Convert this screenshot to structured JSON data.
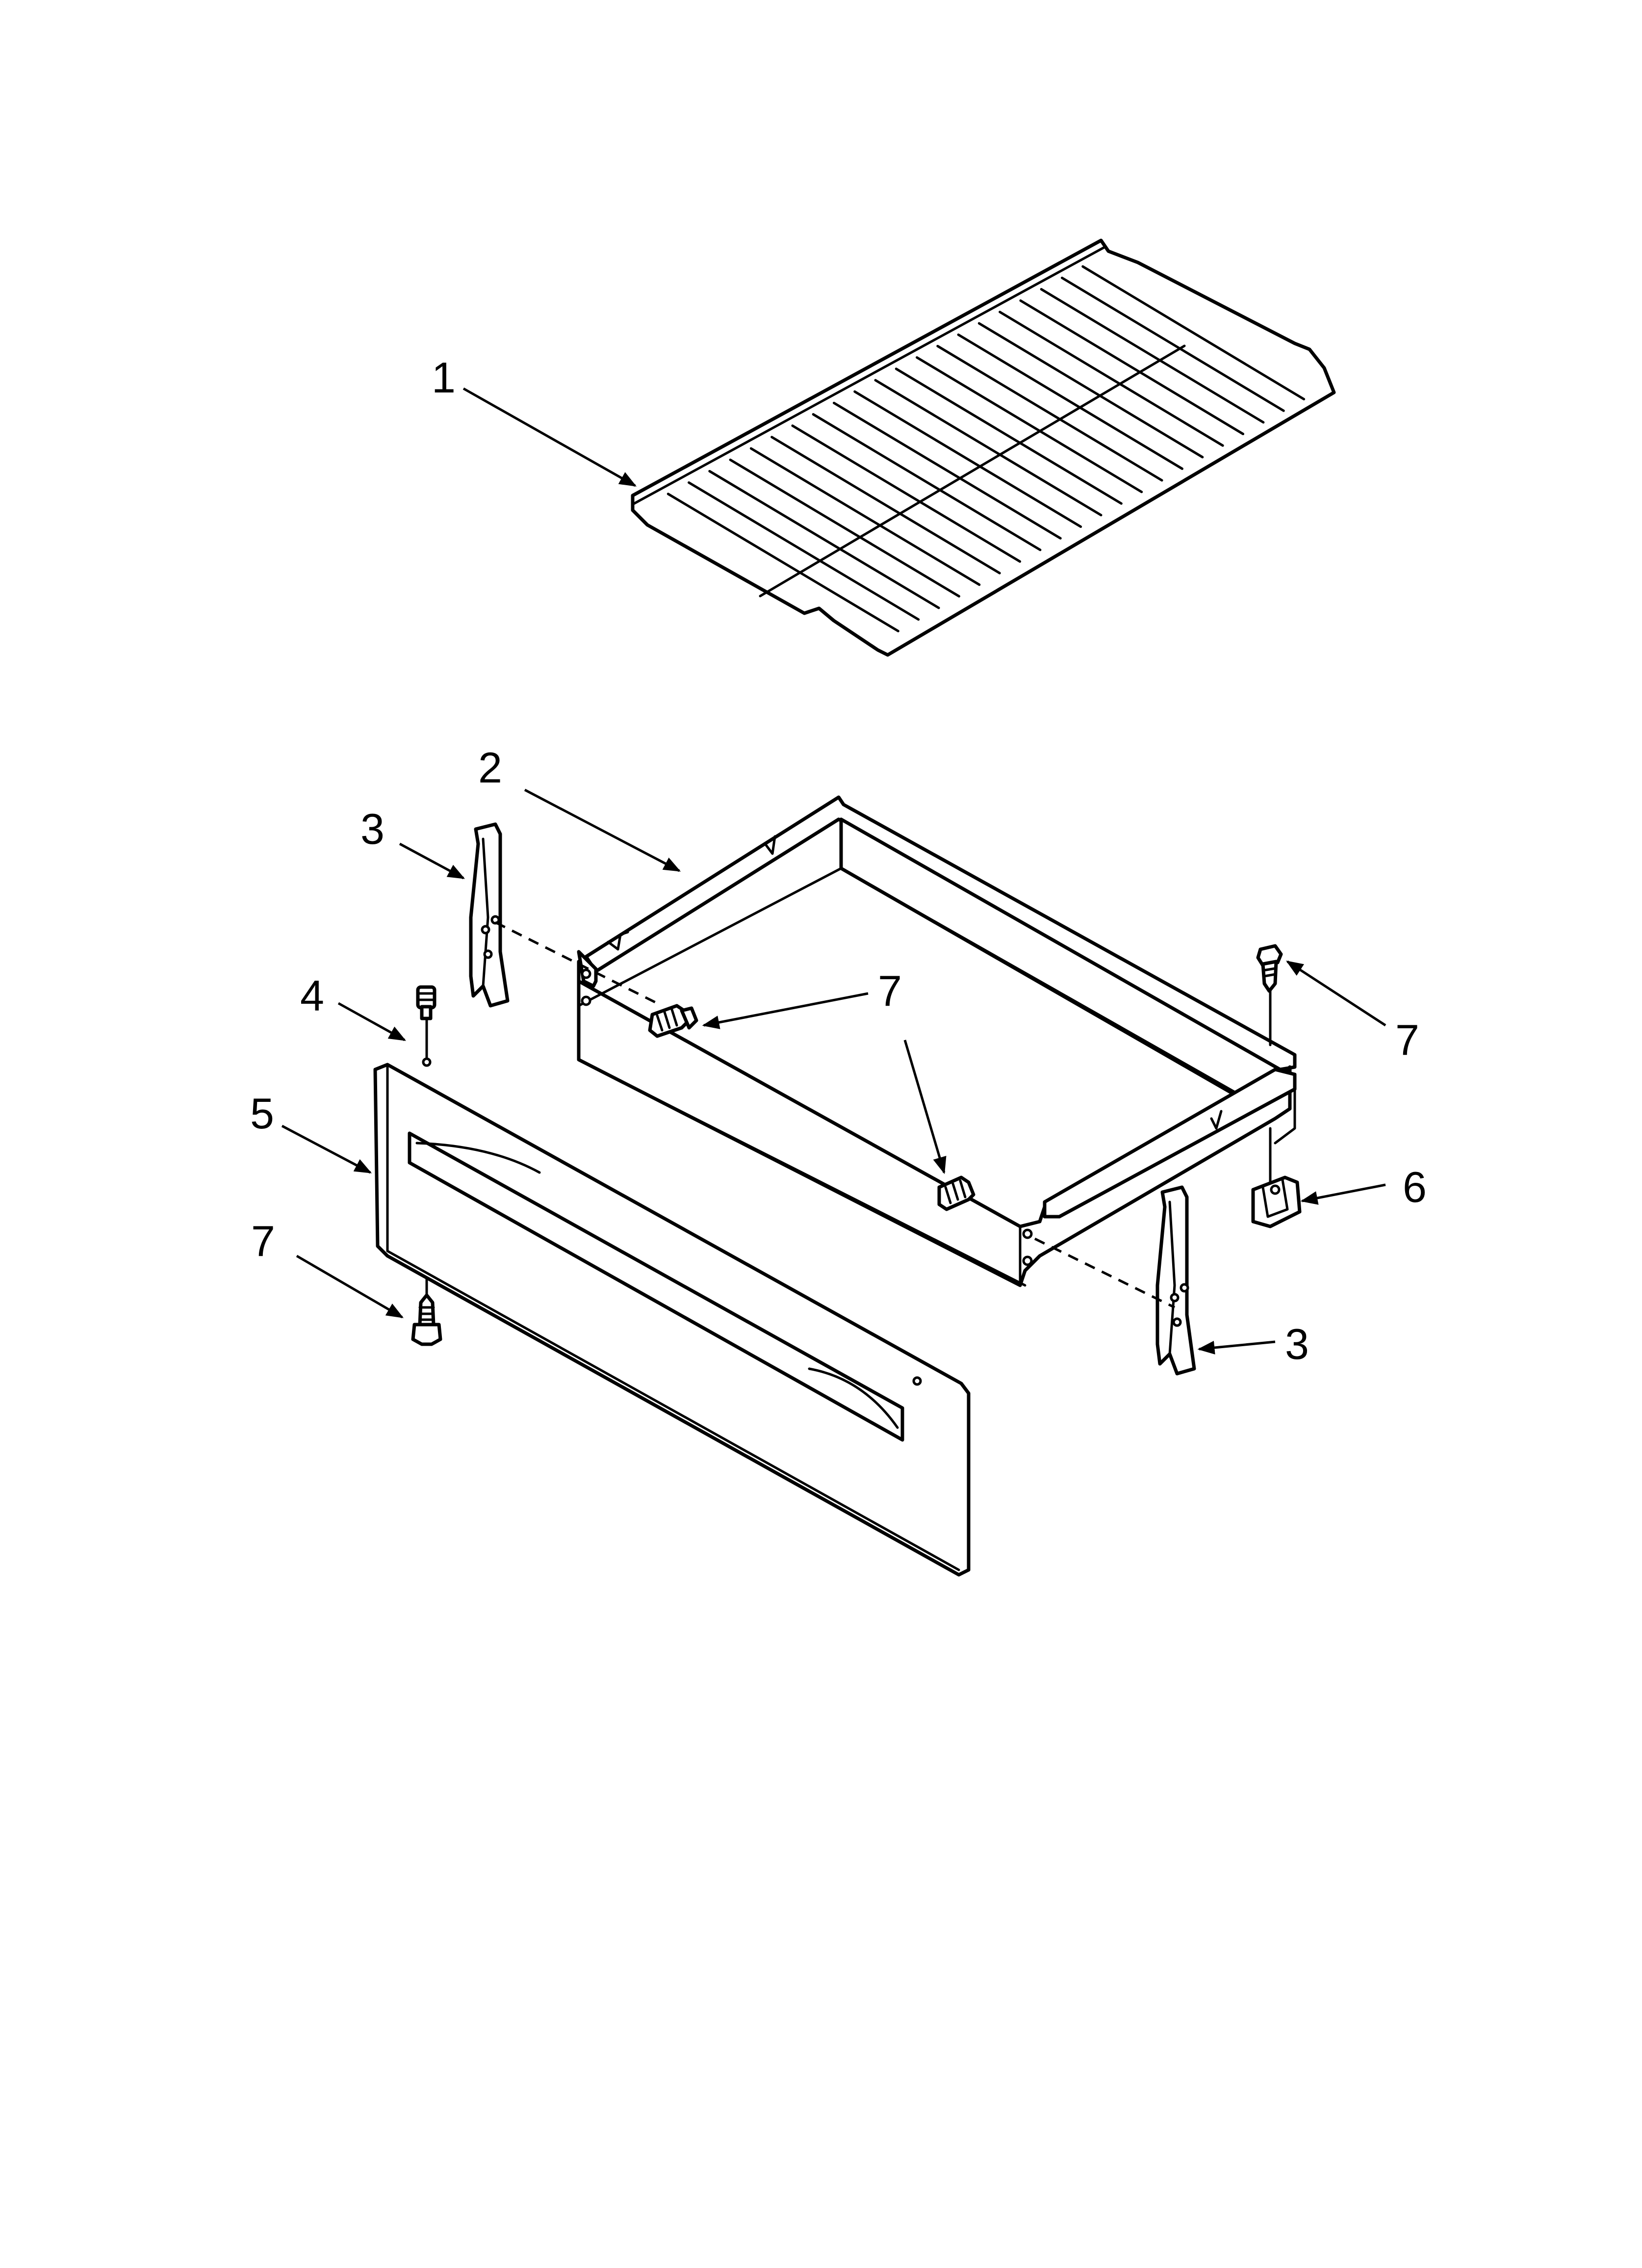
{
  "diagram": {
    "callouts": [
      {
        "id": "c1",
        "label": "1"
      },
      {
        "id": "c2",
        "label": "2"
      },
      {
        "id": "c3a",
        "label": "3"
      },
      {
        "id": "c3b",
        "label": "3"
      },
      {
        "id": "c4",
        "label": "4"
      },
      {
        "id": "c5",
        "label": "5"
      },
      {
        "id": "c6",
        "label": "6"
      },
      {
        "id": "c7a",
        "label": "7"
      },
      {
        "id": "c7b",
        "label": "7"
      },
      {
        "id": "c7c",
        "label": "7"
      }
    ]
  }
}
